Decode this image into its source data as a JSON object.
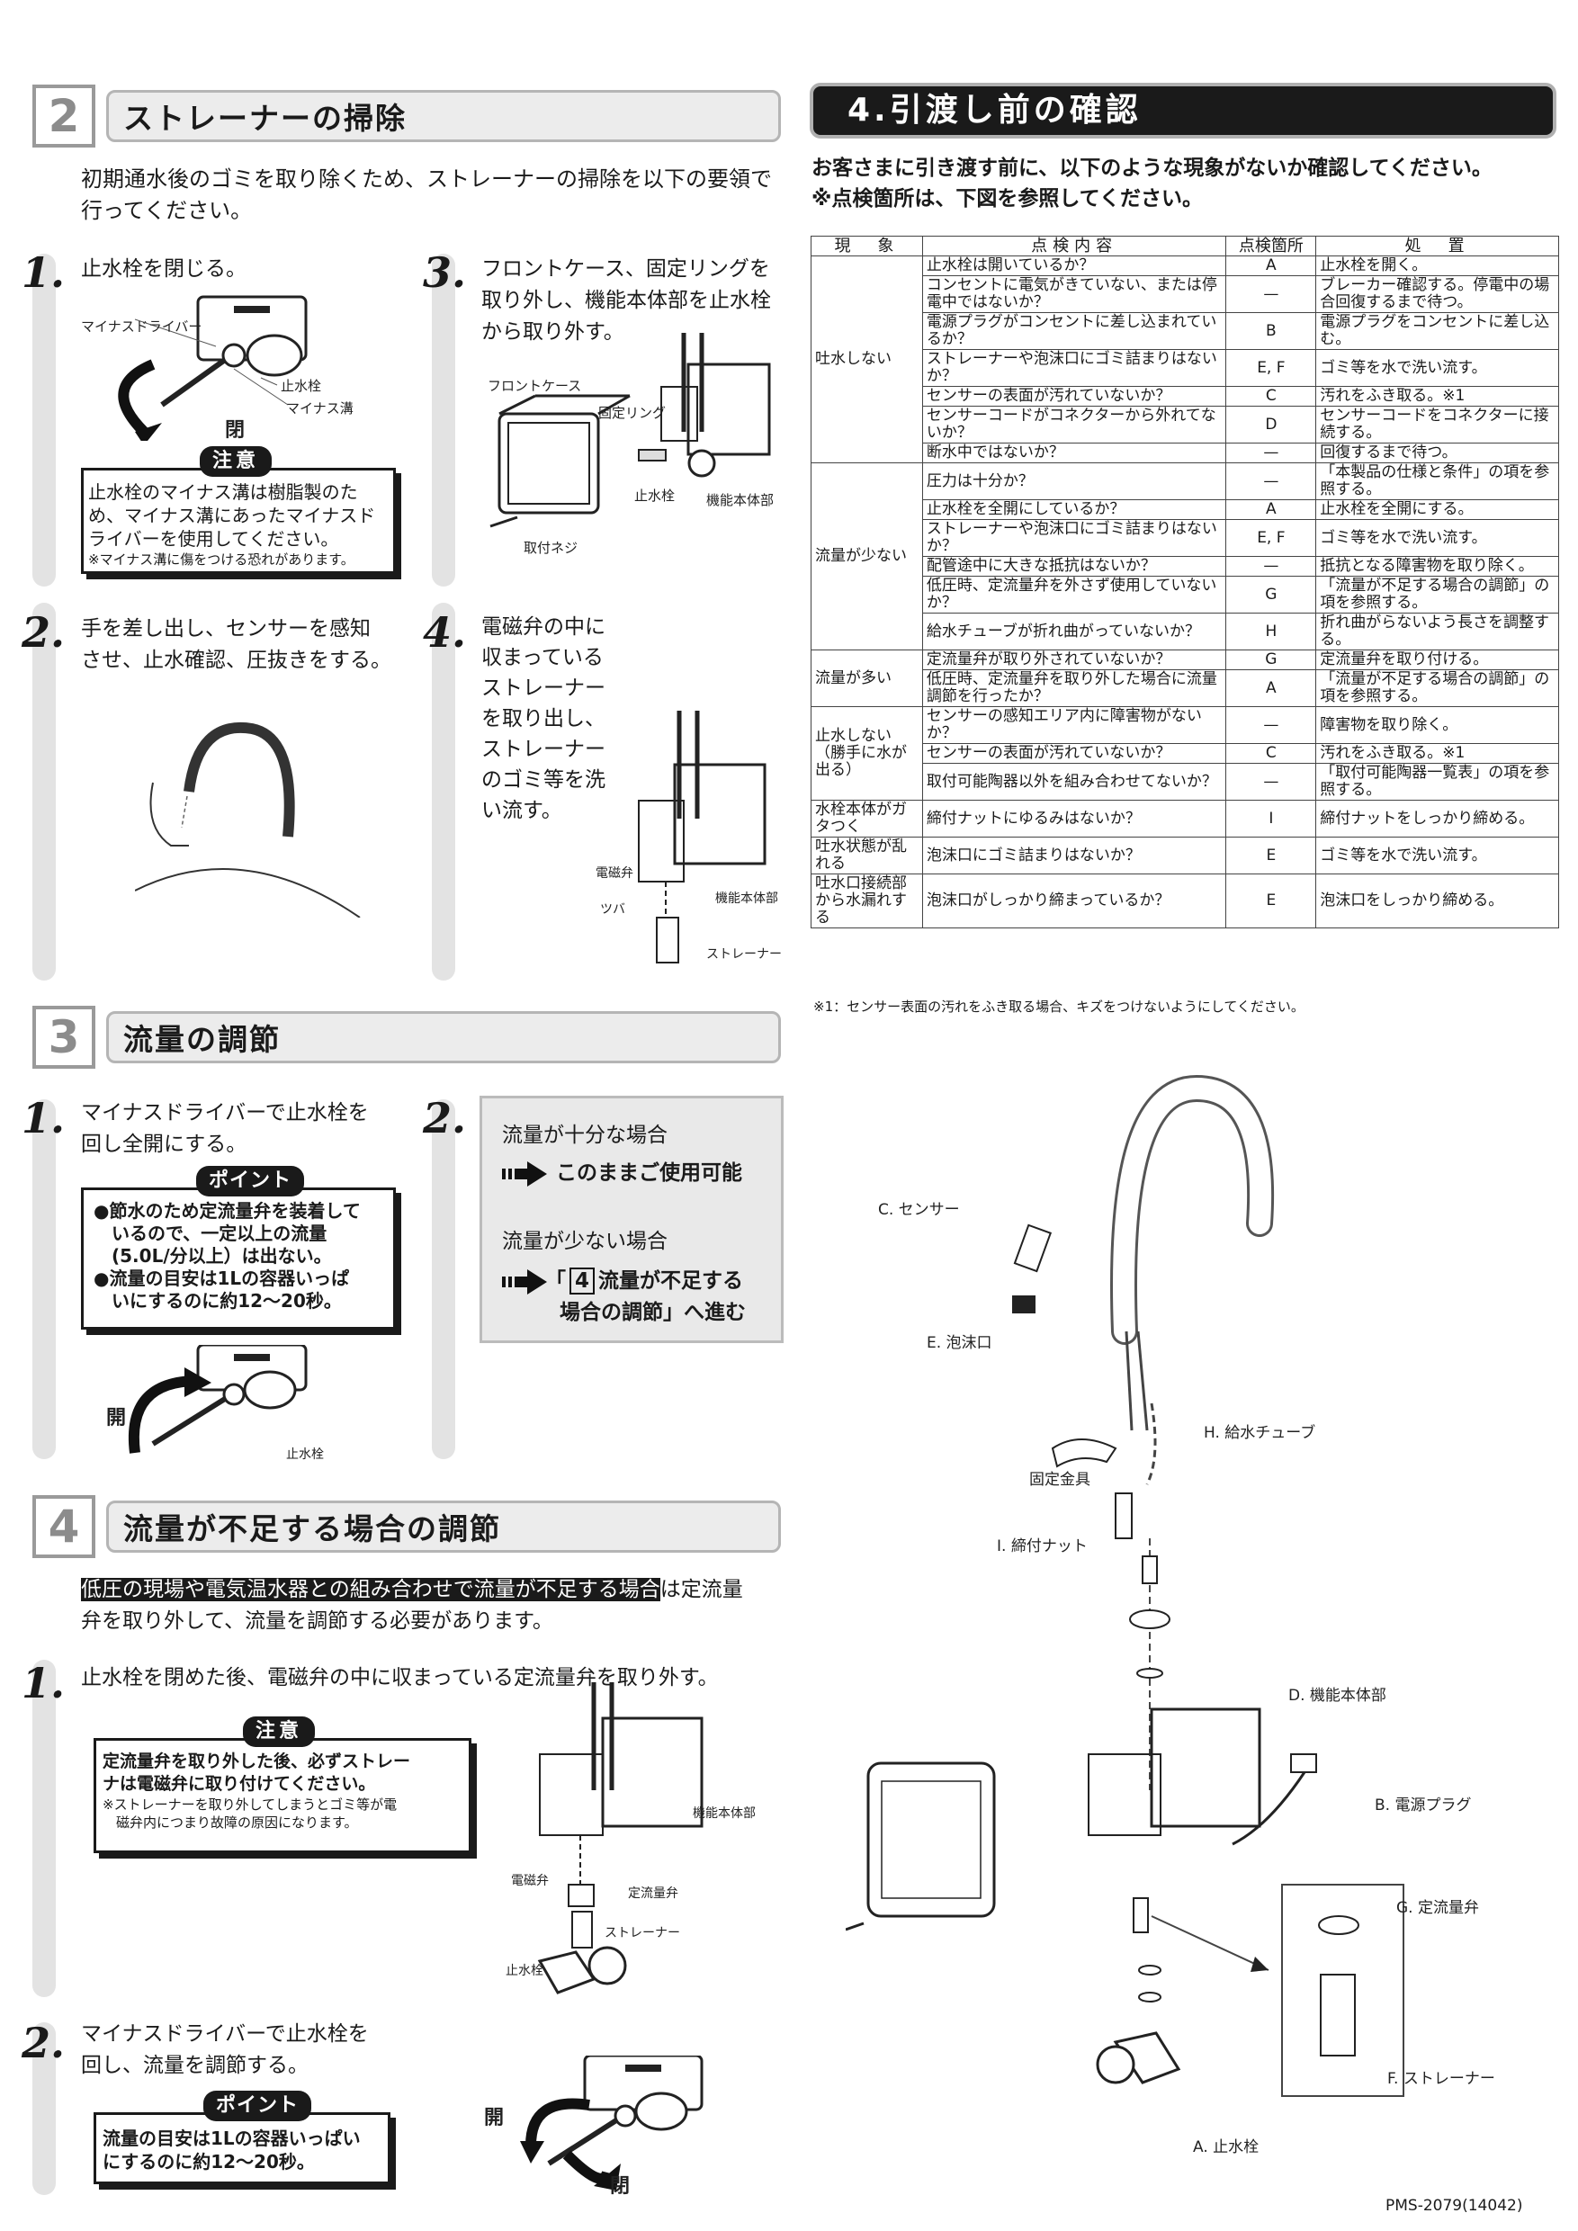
{
  "s2": {
    "num": "2",
    "title": "ストレーナーの掃除",
    "intro1": "初期通水後のゴミを取り除くため、ストレーナーの掃除を以下の要領で",
    "intro2": "行ってください。",
    "step1": {
      "num": "1.",
      "text": "止水栓を閉じる。",
      "labels": [
        "マイナスドライバー",
        "止水栓",
        "マイナス溝",
        "閉"
      ],
      "note_title": "注意",
      "note_lines": [
        "止水栓のマイナス溝は樹脂製のた",
        "め、マイナス溝にあったマイナスド",
        "ライバーを使用してください。"
      ],
      "note_small": "※マイナス溝に傷をつける恐れがあります。"
    },
    "step2": {
      "num": "2.",
      "lines": [
        "手を差し出し、センサーを感知",
        "させ、止水確認、圧抜きをする。"
      ]
    },
    "step3": {
      "num": "3.",
      "lines": [
        "フロントケース、固定リングを",
        "取り外し、機能本体部を止水栓",
        "から取り外す。"
      ],
      "labels": [
        "フロントケース",
        "固定リング",
        "止水栓",
        "機能本体部",
        "取付ネジ"
      ]
    },
    "step4": {
      "num": "4.",
      "lines": [
        "電磁弁の中に",
        "収まっている",
        "ストレーナー",
        "を取り出し、",
        "ストレーナー",
        "のゴミ等を洗",
        "い流す。"
      ],
      "labels": [
        "電磁弁",
        "ツバ",
        "機能本体部",
        "ストレーナー"
      ]
    }
  },
  "s3": {
    "num": "3",
    "title": "流量の調節",
    "step1": {
      "num": "1.",
      "lines": [
        "マイナスドライバーで止水栓を",
        "回し全開にする。"
      ],
      "point_title": "ポイント",
      "point_lines": [
        "●節水のため定流量弁を装着して",
        "　いるので、一定以上の流量",
        "　(5.0L/分以上）は出ない。",
        "●流量の目安は1Lの容器いっぱ",
        "　いにするのに約12〜20秒。"
      ],
      "labels": [
        "開",
        "止水栓"
      ]
    },
    "step2": {
      "num": "2.",
      "case1": "流量が十分な場合",
      "result1": "このままご使用可能",
      "case2": "流量が少ない場合",
      "result2a": "「",
      "result2num": "4",
      "result2b": "流量が不足する",
      "result2c": "場合の調節」へ進む"
    }
  },
  "s4": {
    "num": "4",
    "title": "流量が不足する場合の調節",
    "intro_highlight": "低圧の現場や電気温水器との組み合わせで流量が不足する場合",
    "intro_rest": "は定流量",
    "intro2": "弁を取り外して、流量を調節する必要があります。",
    "step1": {
      "num": "1.",
      "text": "止水栓を閉めた後、電磁弁の中に収まっている定流量弁を取り外す。",
      "note_title": "注意",
      "note_lines": [
        "定流量弁を取り外した後、必ずストレー",
        "ナは電磁弁に取り付けてください。"
      ],
      "note_small": [
        "※ストレーナーを取り外してしまうとゴミ等が電",
        "　磁弁内につまり故障の原因になります。"
      ],
      "labels": [
        "機能本体部",
        "電磁弁",
        "定流量弁",
        "ストレーナー",
        "止水栓"
      ]
    },
    "step2": {
      "num": "2.",
      "lines": [
        "マイナスドライバーで止水栓を",
        "回し、流量を調節する。"
      ],
      "point_title": "ポイント",
      "point_lines": [
        "流量の目安は1Lの容器いっぱい",
        "にするのに約12〜20秒。"
      ],
      "labels": [
        "開",
        "閉"
      ]
    }
  },
  "check": {
    "title": "4.引渡し前の確認",
    "intro1": "お客さまに引き渡す前に、以下のような現象がないか確認してください。",
    "intro2": "※点検箇所は、下図を参照してください。",
    "headers": [
      "現　象",
      "点検内容",
      "点検箇所",
      "処　置"
    ],
    "groups": [
      {
        "phenomenon": "吐水しない",
        "rows": [
          [
            "止水栓は開いているか？",
            "A",
            "止水栓を開く。"
          ],
          [
            "コンセントに電気がきていない、または停電中ではないか？",
            "—",
            "ブレーカー確認する。停電中の場合回復するまで待つ。"
          ],
          [
            "電源プラグがコンセントに差し込まれているか？",
            "B",
            "電源プラグをコンセントに差し込む。"
          ],
          [
            "ストレーナーや泡沫口にゴミ詰まりはないか？",
            "E, F",
            "ゴミ等を水で洗い流す。"
          ],
          [
            "センサーの表面が汚れていないか？",
            "C",
            "汚れをふき取る。※1"
          ],
          [
            "センサーコードがコネクターから外れてないか？",
            "D",
            "センサーコードをコネクターに接続する。"
          ],
          [
            "断水中ではないか？",
            "—",
            "回復するまで待つ。"
          ]
        ]
      },
      {
        "phenomenon": "流量が少ない",
        "rows": [
          [
            "圧力は十分か？",
            "—",
            "「本製品の仕様と条件」の項を参照する。"
          ],
          [
            "止水栓を全開にしているか？",
            "A",
            "止水栓を全開にする。"
          ],
          [
            "ストレーナーや泡沫口にゴミ詰まりはないか？",
            "E, F",
            "ゴミ等を水で洗い流す。"
          ],
          [
            "配管途中に大きな抵抗はないか？",
            "—",
            "抵抗となる障害物を取り除く。"
          ],
          [
            "低圧時、定流量弁を外さず使用していないか？",
            "G",
            "「流量が不足する場合の調節」の項を参照する。"
          ],
          [
            "給水チューブが折れ曲がっていないか？",
            "H",
            "折れ曲がらないよう長さを調整する。"
          ]
        ]
      },
      {
        "phenomenon": "流量が多い",
        "rows": [
          [
            "定流量弁が取り外されていないか？",
            "G",
            "定流量弁を取り付ける。"
          ],
          [
            "低圧時、定流量弁を取り外した場合に流量調節を行ったか？",
            "A",
            "「流量が不足する場合の調節」の項を参照する。"
          ]
        ]
      },
      {
        "phenomenon": "止水しない（勝手に水が出る）",
        "rows": [
          [
            "センサーの感知エリア内に障害物がないか？",
            "—",
            "障害物を取り除く。"
          ],
          [
            "センサーの表面が汚れていないか？",
            "C",
            "汚れをふき取る。※1"
          ],
          [
            "取付可能陶器以外を組み合わせてないか？",
            "—",
            "「取付可能陶器一覧表」の項を参照する。"
          ]
        ]
      },
      {
        "phenomenon": "水栓本体がガタつく",
        "rows": [
          [
            "締付ナットにゆるみはないか？",
            "I",
            "締付ナットをしっかり締める。"
          ]
        ]
      },
      {
        "phenomenon": "吐水状態が乱れる",
        "rows": [
          [
            "泡沫口にゴミ詰まりはないか？",
            "E",
            "ゴミ等を水で洗い流す。"
          ]
        ]
      },
      {
        "phenomenon": "吐水口接続部から水漏れする",
        "rows": [
          [
            "泡沫口がしっかり締まっているか？",
            "E",
            "泡沫口をしっかり締める。"
          ]
        ]
      }
    ],
    "footnote": "※1：センサー表面の汚れをふき取る場合、キズをつけないようにしてください。"
  },
  "diagram": {
    "labels": {
      "c": "C. センサー",
      "e": "E. 泡沫口",
      "h": "H. 給水チューブ",
      "kotei": "固定金具",
      "i": "I. 締付ナット",
      "d": "D. 機能本体部",
      "b": "B. 電源プラグ",
      "g": "G. 定流量弁",
      "f": "F. ストレーナー",
      "a": "A. 止水栓"
    }
  },
  "footer": "PMS-2079(14042)"
}
